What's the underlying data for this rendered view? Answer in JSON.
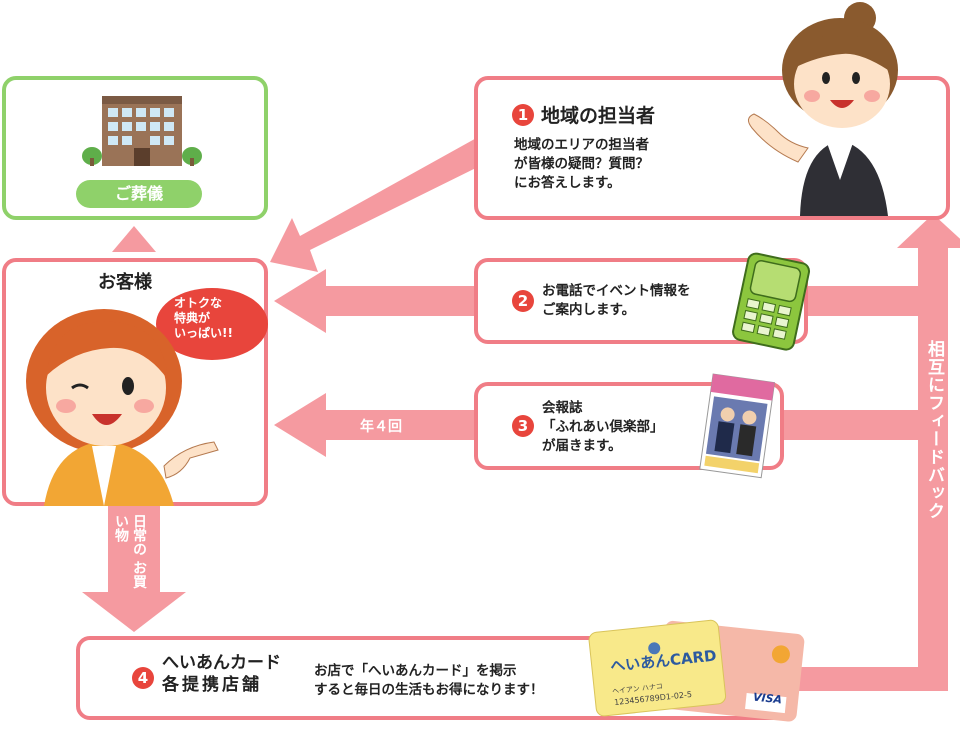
{
  "funeral": {
    "label": "ご葬儀"
  },
  "customer": {
    "title": "お客様",
    "bubble": [
      "オトクな",
      "特典が",
      "いっぱい!!"
    ]
  },
  "step1": {
    "num": "1",
    "title": "地域の担当者",
    "desc": [
      "地域のエリアの担当者",
      "が皆様の疑問？質問？",
      "にお答えします。"
    ]
  },
  "step2": {
    "num": "2",
    "desc": [
      "お電話でイベント情報を",
      "ご案内します。"
    ]
  },
  "step3": {
    "num": "3",
    "desc": [
      "会報誌",
      "「ふれあい倶楽部」",
      "が届きます。"
    ],
    "arrow_label": "年４回"
  },
  "step4": {
    "num": "4",
    "title": [
      "へいあんカード",
      "各提携店舗"
    ],
    "desc": [
      "お店で「へいあんカード」を掲示",
      "すると毎日の生活もお得になります！"
    ]
  },
  "shopping_label": [
    "日常の",
    "お買い物"
  ],
  "feedback_label": "相互にフィードバック",
  "card": {
    "brand": "へいあんCARD",
    "number": "123456789D1-02-5",
    "holder": "ヘイアン ハナコ",
    "visa": "VISA"
  },
  "colors": {
    "pink_border": "#f07d86",
    "arrow": "#f59aa0",
    "green": "#8fd16a",
    "red_badge": "#e8453c"
  }
}
